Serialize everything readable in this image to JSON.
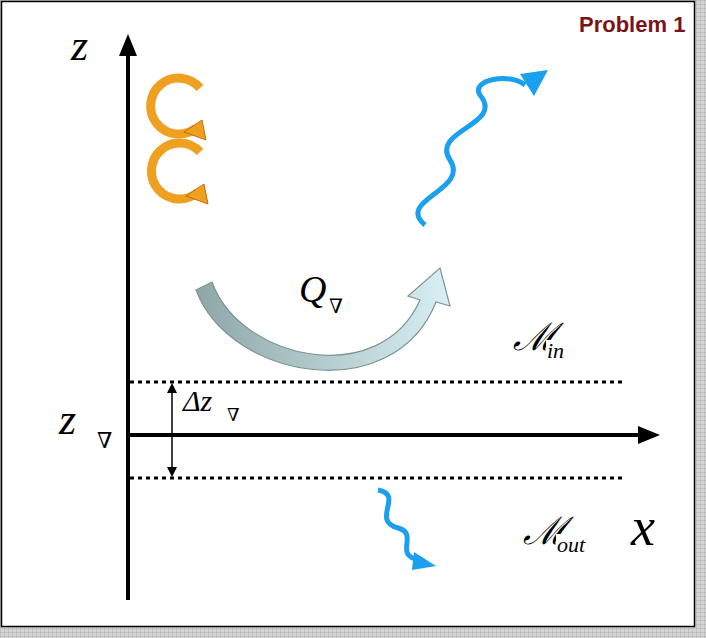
{
  "diagram": {
    "title": "Problem 1",
    "labels": [
      "z",
      "x",
      "z",
      "∇",
      "Δz",
      "∇",
      "Q",
      "∇",
      "ℳ",
      "in",
      "ℳ",
      "out"
    ]
  }
}
